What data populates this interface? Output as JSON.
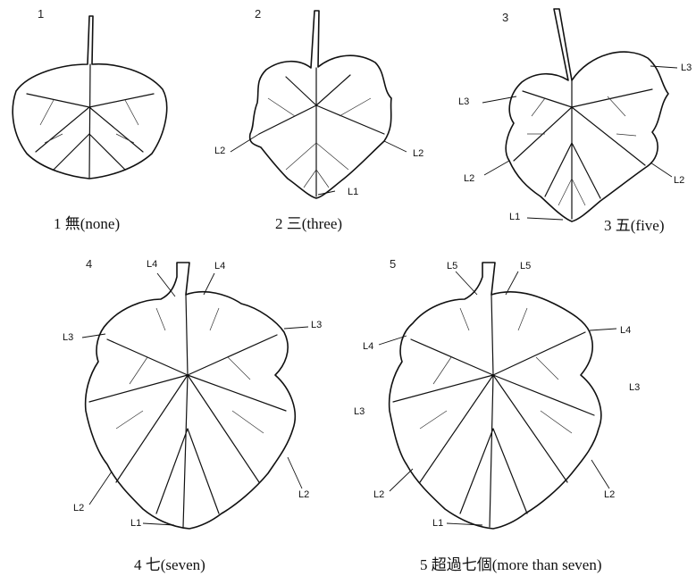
{
  "panels": [
    {
      "number": "1",
      "caption": "1 無(none)",
      "labels": []
    },
    {
      "number": "2",
      "caption": "2 三(three)",
      "labels": [
        "L2",
        "L2",
        "L1"
      ]
    },
    {
      "number": "3",
      "caption": "3 五(five)",
      "labels": [
        "L3",
        "L3",
        "L2",
        "L2",
        "L1"
      ]
    },
    {
      "number": "4",
      "caption": "4 七(seven)",
      "labels": [
        "L4",
        "L4",
        "L3",
        "L3",
        "L2",
        "L2",
        "L1"
      ]
    },
    {
      "number": "5",
      "caption": "5 超過七個(more than seven)",
      "labels": [
        "L5",
        "L5",
        "L4",
        "L4",
        "L3",
        "L3",
        "L2",
        "L2",
        "L1"
      ]
    }
  ]
}
